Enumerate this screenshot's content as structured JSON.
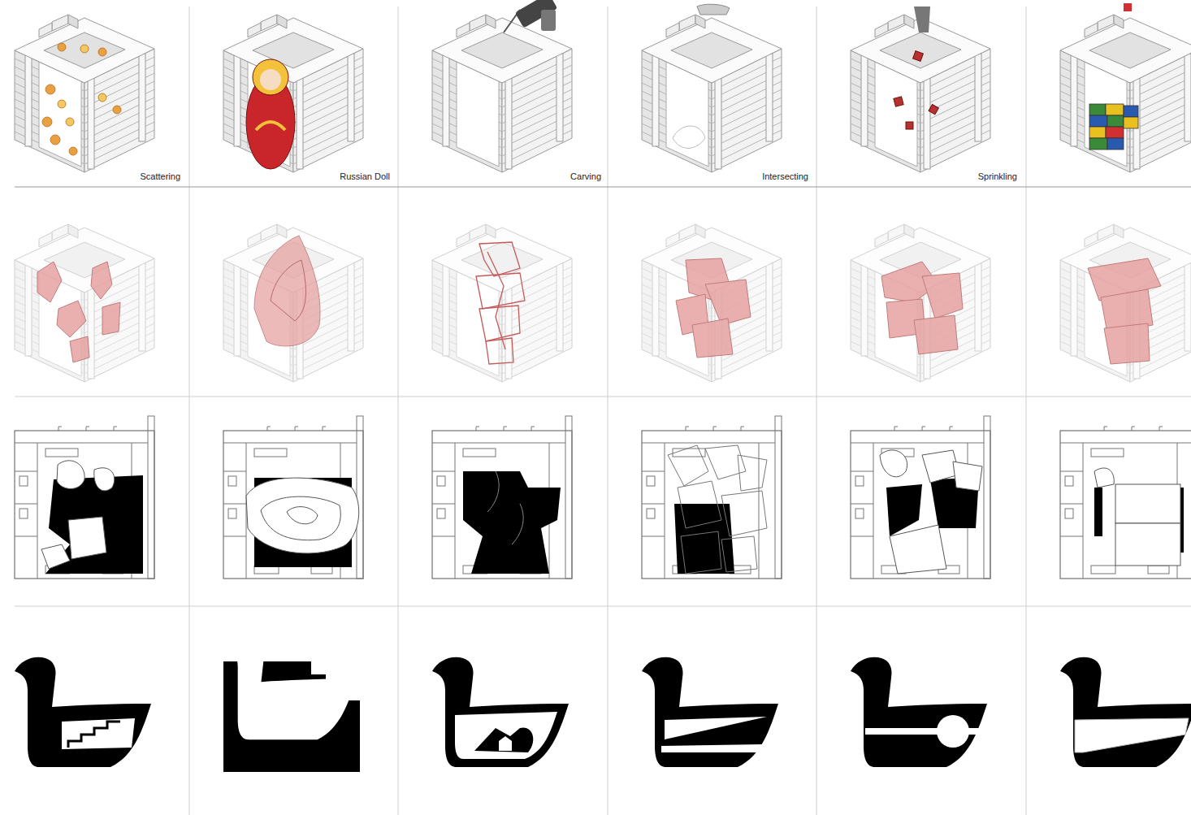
{
  "diagram": {
    "labels": [
      "Scattering",
      "Russian Doll",
      "Carving",
      "Intersecting",
      "Sprinkling"
    ]
  }
}
